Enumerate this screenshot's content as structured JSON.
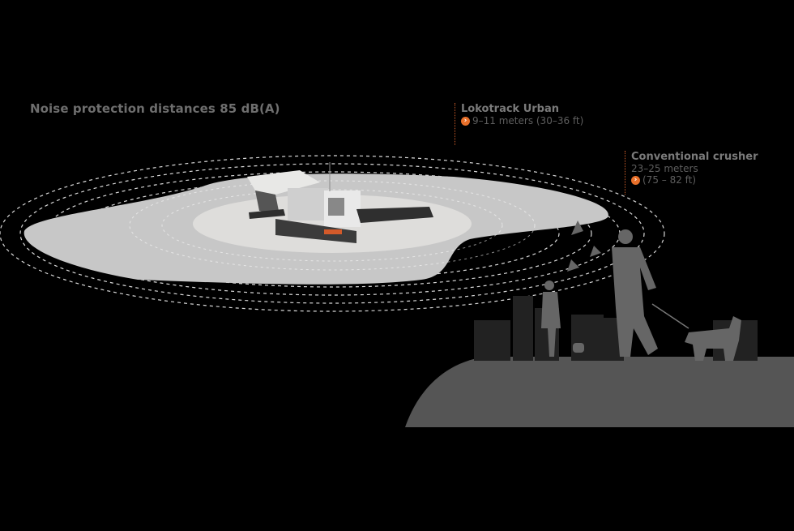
{
  "diagram": {
    "title": "Noise protection distances 85 dB(A)",
    "callouts": [
      {
        "title": "Lokotrack Urban",
        "lines": [
          "9–11 meters (30–36 ft)"
        ],
        "icon": "orange-chevron-right-icon"
      },
      {
        "title": "Conventional crusher",
        "lines": [
          "23–25 meters",
          "(75 – 82 ft)"
        ],
        "icon": "orange-chevron-right-icon"
      }
    ],
    "icon_glyph": "›",
    "colors": {
      "background": "#000000",
      "accent": "#e8702a",
      "outer_zone": "#c9c9c9",
      "inner_zone": "#dcdcd8",
      "silhouette": "#555555",
      "title_text": "#6e6e6e"
    }
  }
}
